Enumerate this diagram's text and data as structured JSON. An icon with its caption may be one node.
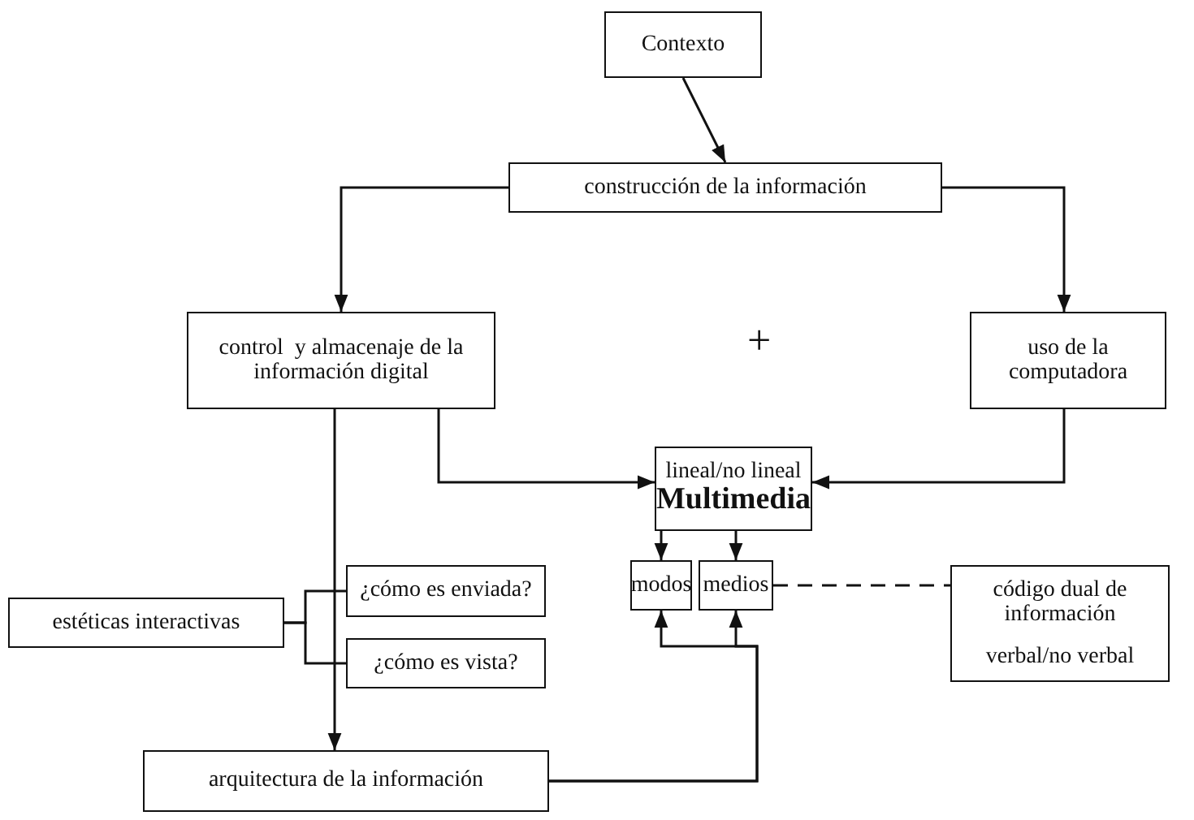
{
  "diagram": {
    "nodes": [
      {
        "text": [
          "Contexto"
        ]
      },
      {
        "text": [
          "construcción de la información"
        ]
      },
      {
        "text": [
          "control  y almacenaje de la información digital"
        ]
      },
      {
        "text": [
          "uso de la computadora"
        ]
      },
      {
        "text": [
          "lineal/no lineal",
          "Multimedia"
        ]
      },
      {
        "text": [
          "modos"
        ]
      },
      {
        "text": [
          "medios"
        ]
      },
      {
        "text": [
          "código dual de información",
          "verbal/no verbal"
        ]
      },
      {
        "text": [
          "estéticas interactivas"
        ]
      },
      {
        "text": [
          "¿cómo es enviada?"
        ]
      },
      {
        "text": [
          "¿cómo es vista?"
        ]
      },
      {
        "text": [
          "arquitectura de la información"
        ]
      }
    ],
    "edges": [
      {
        "from": 0,
        "to": 1,
        "arrow": "to"
      },
      {
        "from": 1,
        "to": 2,
        "arrow": "to"
      },
      {
        "from": 1,
        "to": 3,
        "arrow": "to"
      },
      {
        "from": 2,
        "to": 4,
        "arrow": "to"
      },
      {
        "from": 3,
        "to": 4,
        "arrow": "to"
      },
      {
        "from": 4,
        "to": 5,
        "arrow": "to"
      },
      {
        "from": 4,
        "to": 6,
        "arrow": "to"
      },
      {
        "from": 6,
        "to": 7,
        "arrow": "none",
        "style": "dashed"
      },
      {
        "from": 8,
        "to": 9,
        "arrow": "none"
      },
      {
        "from": 8,
        "to": 10,
        "arrow": "none"
      },
      {
        "from": 2,
        "to": 11,
        "arrow": "to"
      },
      {
        "from": 11,
        "to": 5,
        "arrow": "to"
      },
      {
        "from": 11,
        "to": 6,
        "arrow": "to"
      }
    ],
    "labels": [
      "+"
    ]
  }
}
